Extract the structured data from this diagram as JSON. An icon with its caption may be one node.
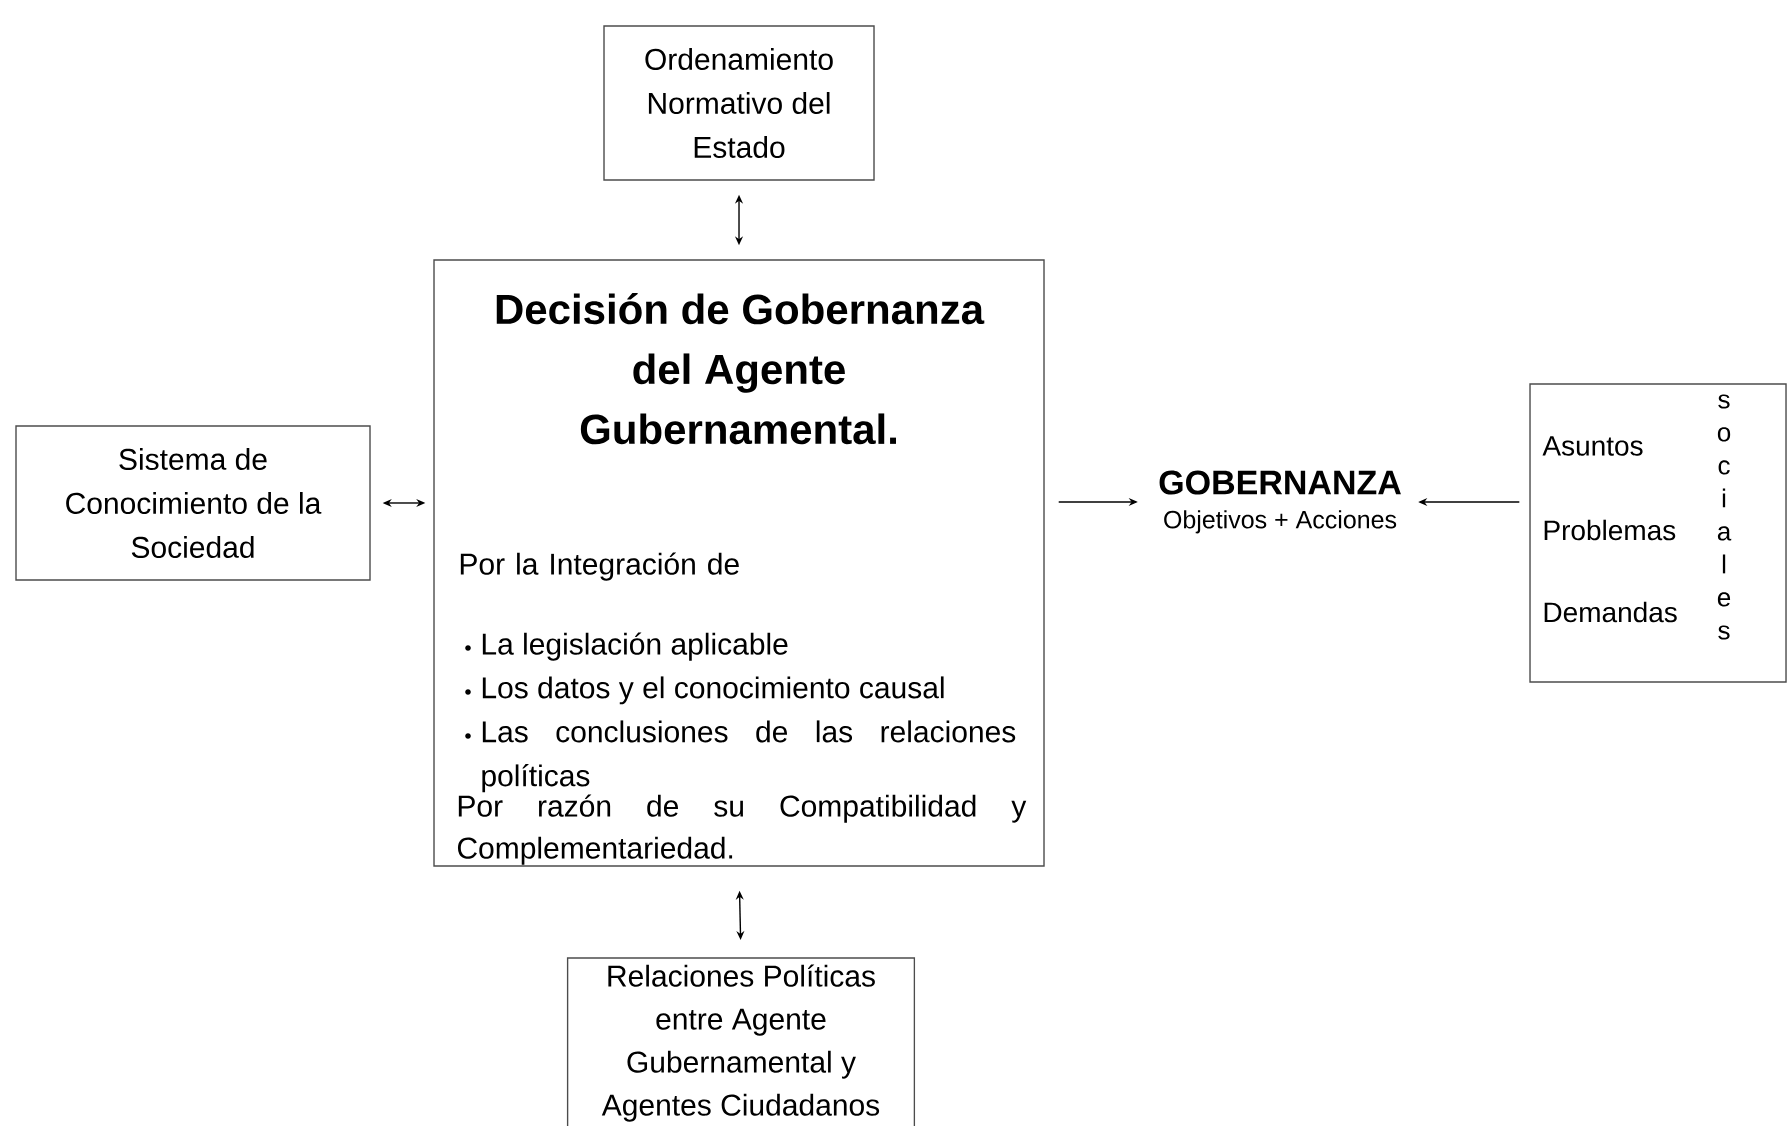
{
  "diagram": {
    "nodes": [
      {
        "text": [
          "Ordenamiento Normativo del Estado"
        ]
      },
      {
        "text": [
          "Sistema de Conocimiento de la Sociedad"
        ]
      },
      {
        "text": [
          "Decisión de Gobernanza del Agente Gubernamental.",
          "Por la Integración de",
          "La legislación aplicable",
          "Los datos y el conocimiento causal",
          "Las conclusiones de las relaciones políticas",
          "Por razón de su Compatibilidad y Complementariedad."
        ]
      },
      {
        "text": [
          "GOBERNANZA",
          "Objetivos + Acciones"
        ]
      },
      {
        "text": [
          "Asuntos",
          "Problemas",
          "Demandas",
          "sociales"
        ]
      },
      {
        "text": [
          "Relaciones Políticas entre Agente Gubernamental y Agentes Ciudadanos"
        ]
      }
    ],
    "edges": [
      {
        "from": 0,
        "to": 2,
        "arrow": "both"
      },
      {
        "from": 1,
        "to": 2,
        "arrow": "both"
      },
      {
        "from": 2,
        "to": 3,
        "arrow": "to"
      },
      {
        "from": 4,
        "to": 3,
        "arrow": "to"
      },
      {
        "from": 2,
        "to": 5,
        "arrow": "both"
      }
    ]
  }
}
